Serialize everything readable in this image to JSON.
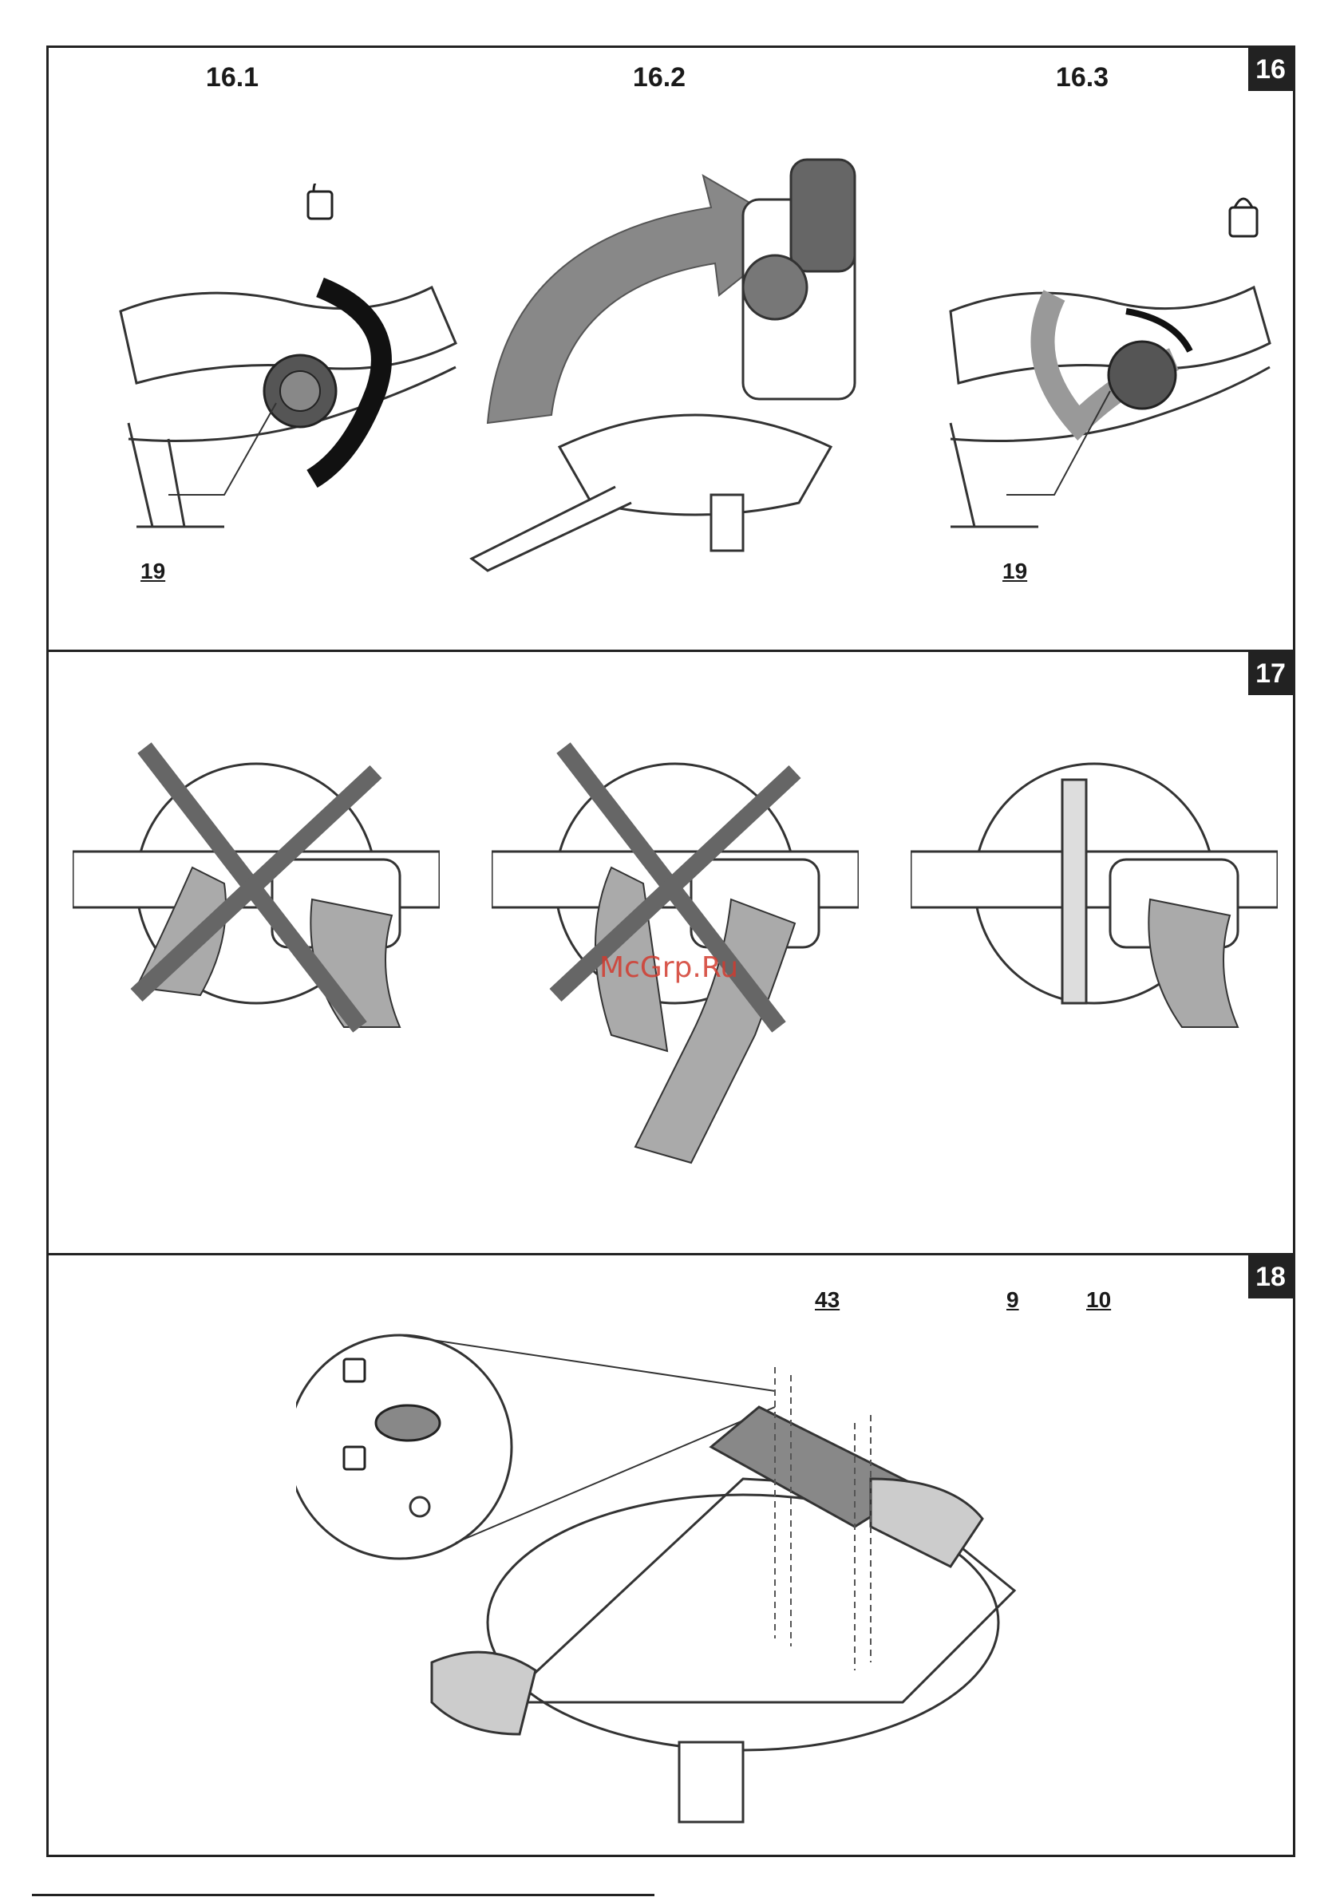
{
  "figure16": {
    "number": "16",
    "subfigures": [
      {
        "label": "16.1",
        "callout": "19"
      },
      {
        "label": "16.2"
      },
      {
        "label": "16.3",
        "callout": "19"
      }
    ]
  },
  "figure17": {
    "number": "17"
  },
  "figure18": {
    "number": "18",
    "callouts": [
      "43",
      "9",
      "10"
    ]
  },
  "watermark": "McGrp.Ru"
}
